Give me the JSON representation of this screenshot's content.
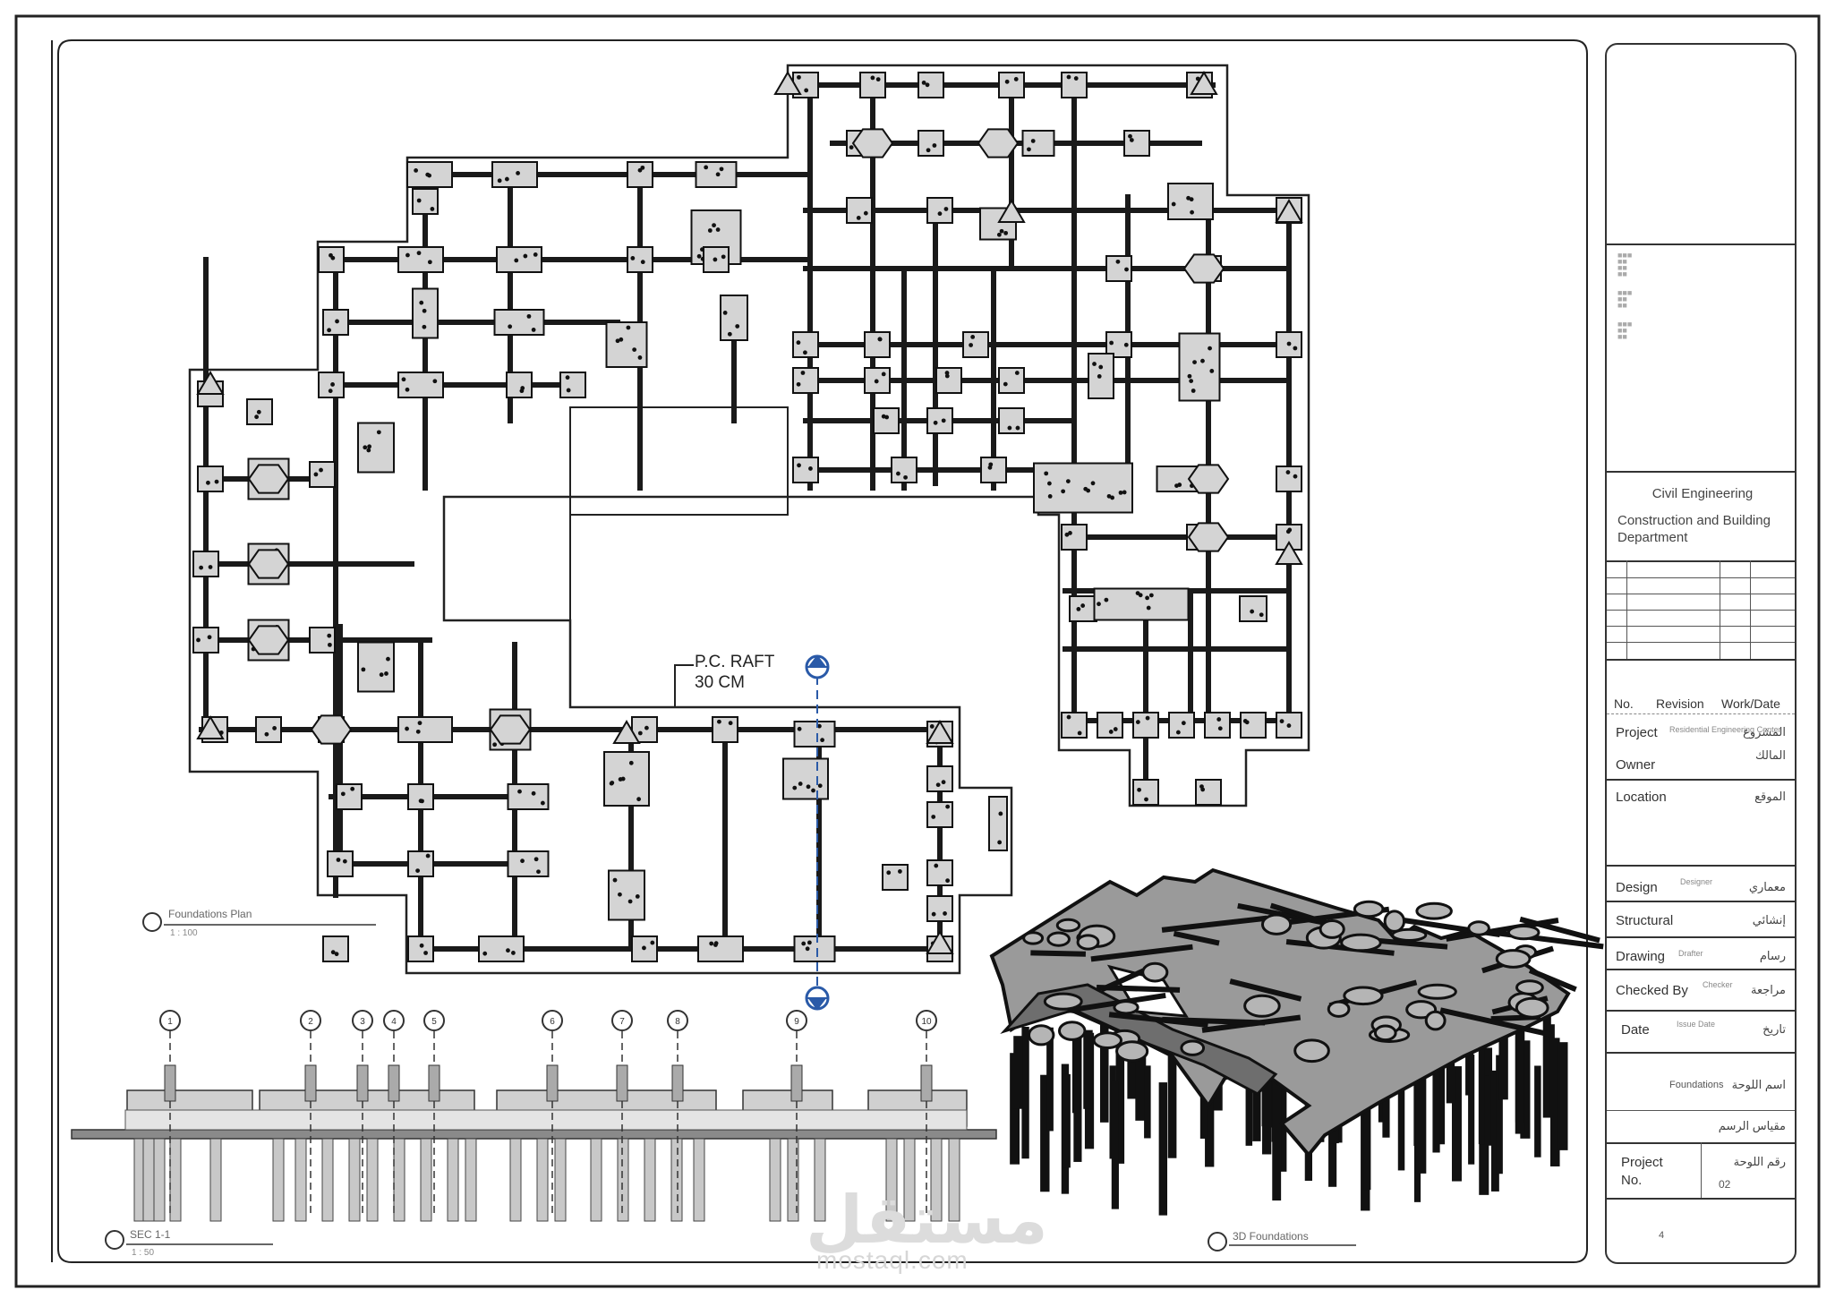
{
  "drawing": {
    "raft_label_line1": "P.C. RAFT",
    "raft_label_line2": "30 CM",
    "view_titles": {
      "foundation_plan": "Foundations Plan",
      "foundation_plan_scale": "1 : 100",
      "section": "SEC 1-1",
      "section_scale": "1 : 50",
      "foundations_3d": "3D Foundations"
    },
    "section_axes": [
      "1",
      "2",
      "3",
      "4",
      "5",
      "6",
      "7",
      "8",
      "9",
      "10"
    ]
  },
  "title_block": {
    "dept_line1": "Civil Engineering",
    "dept_line2": "Construction and Building",
    "dept_line3": "Department",
    "revision_header": {
      "no": "No.",
      "revision": "Revision",
      "date": "Work/Date"
    },
    "project": {
      "en": "Project",
      "ar": "المشروع",
      "value": "Residential Engineering Center"
    },
    "owner": {
      "en": "Owner",
      "ar": "المالك"
    },
    "location": {
      "en": "Location",
      "ar": "الموقع"
    },
    "design": {
      "en": "Design",
      "ar": "معماري",
      "value": "Designer"
    },
    "structural": {
      "en": "Structural",
      "ar": "إنشائي"
    },
    "drawing": {
      "en": "Drawing",
      "ar": "رسام",
      "value": "Drafter"
    },
    "checked_by": {
      "en": "Checked By",
      "ar": "مراجعة",
      "value": "Checker"
    },
    "date": {
      "en": "Date",
      "ar": "تاريخ",
      "value": "Issue Date"
    },
    "sheet_name": {
      "ar": "اسم اللوحة",
      "value": "Foundations"
    },
    "scale": {
      "ar": "مقياس الرسم"
    },
    "project_no": {
      "en_line1": "Project",
      "en_line2": "No.",
      "ar": "رقم اللوحة",
      "value": "02"
    },
    "sheet_number": "4"
  },
  "watermark": {
    "brand": "مستقل",
    "domain": "mostaql.com"
  },
  "colors": {
    "line": "#1a1a1a",
    "logo_dark": "#1c2f5a",
    "logo_mid": "#3a5f9a",
    "logo_light": "#7fa3d6",
    "axis_blue": "#2a5aa8"
  }
}
